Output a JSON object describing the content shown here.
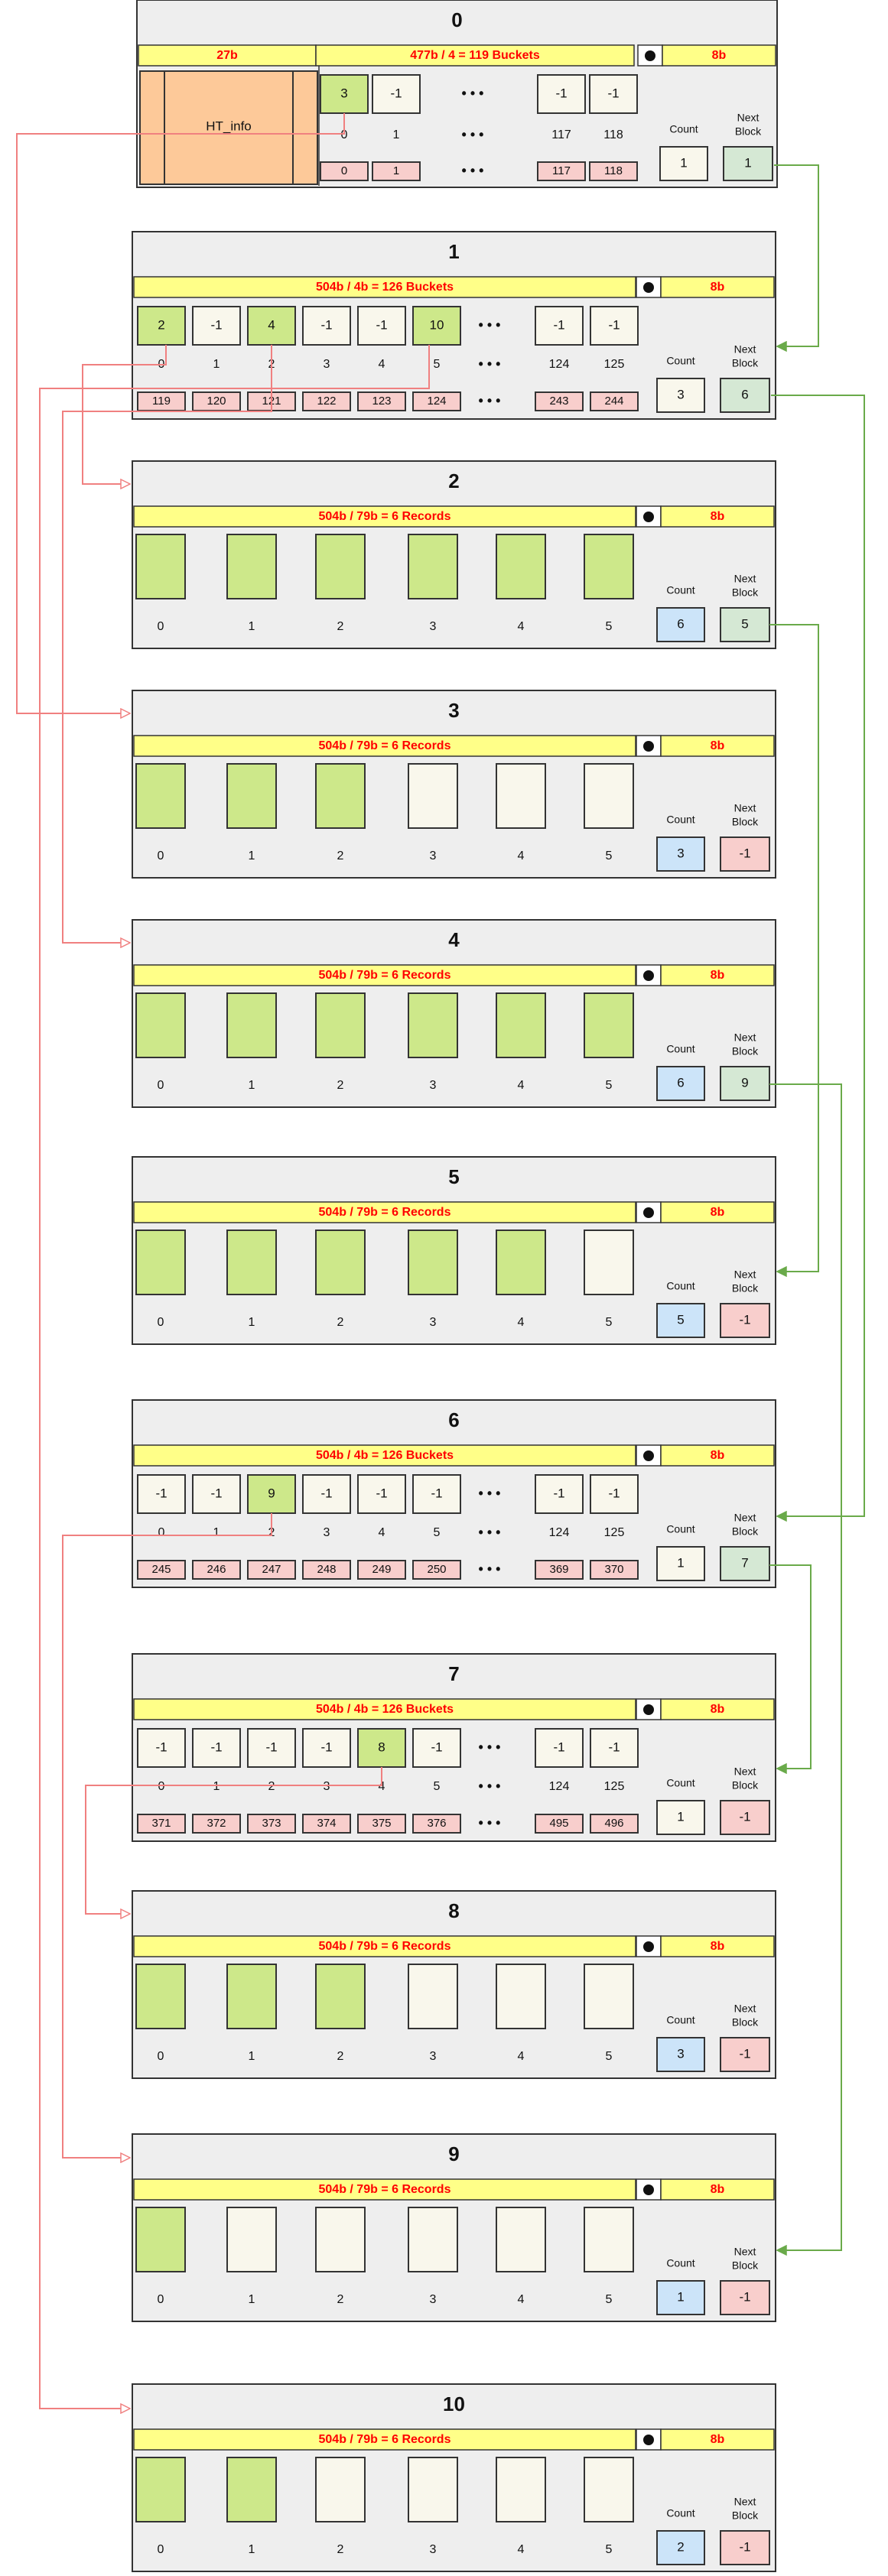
{
  "colors": {
    "panel_bg": "#eeeeee",
    "panel_border": "#333333",
    "header_yellow": "#ffff88",
    "header_text_red": "#ff0000",
    "cell_empty": "#f9f7ec",
    "cell_used_green": "#cde88a",
    "index_pink": "#f8cecc",
    "count_blue": "#cce4f9",
    "next_green": "#d5e8d4",
    "next_red": "#f8cecc",
    "ht_info_orange": "#fdc999",
    "arrow_red": "#f08080",
    "arrow_green": "#6aaa4a"
  },
  "labels": {
    "count": "Count",
    "next_block": [
      "Next",
      "Block"
    ],
    "ellipsis": "• • •",
    "bullet": "●",
    "pointer_bytes": "8b"
  },
  "blocks": [
    {
      "id": "0",
      "kind": "header",
      "header_left": "27b",
      "header_main": "477b / 4 = 119 Buckets",
      "ht_info": "HT_info",
      "values": [
        "3",
        "-1",
        "-1",
        "-1"
      ],
      "value_used": [
        true,
        false,
        false,
        false
      ],
      "indices": [
        "0",
        "1",
        "117",
        "118"
      ],
      "global_ids": [
        "0",
        "1",
        "117",
        "118"
      ],
      "count": "1",
      "next": "1",
      "count_color": "cell_empty",
      "next_color": "next_green"
    },
    {
      "id": "1",
      "kind": "buckets",
      "header_main": "504b / 4b = 126 Buckets",
      "values": [
        "2",
        "-1",
        "4",
        "-1",
        "-1",
        "10",
        "-1",
        "-1"
      ],
      "value_used": [
        true,
        false,
        true,
        false,
        false,
        true,
        false,
        false
      ],
      "indices": [
        "0",
        "1",
        "2",
        "3",
        "4",
        "5",
        "124",
        "125"
      ],
      "global_ids": [
        "119",
        "120",
        "121",
        "122",
        "123",
        "124",
        "243",
        "244"
      ],
      "count": "3",
      "next": "6",
      "count_color": "cell_empty",
      "next_color": "next_green"
    },
    {
      "id": "2",
      "kind": "records",
      "header_main": "504b / 79b = 6 Records",
      "used": [
        true,
        true,
        true,
        true,
        true,
        true
      ],
      "indices": [
        "0",
        "1",
        "2",
        "3",
        "4",
        "5"
      ],
      "count": "6",
      "next": "5",
      "count_color": "count_blue",
      "next_color": "next_green"
    },
    {
      "id": "3",
      "kind": "records",
      "header_main": "504b / 79b = 6 Records",
      "used": [
        true,
        true,
        true,
        false,
        false,
        false
      ],
      "indices": [
        "0",
        "1",
        "2",
        "3",
        "4",
        "5"
      ],
      "count": "3",
      "next": "-1",
      "count_color": "count_blue",
      "next_color": "next_red"
    },
    {
      "id": "4",
      "kind": "records",
      "header_main": "504b / 79b = 6 Records",
      "used": [
        true,
        true,
        true,
        true,
        true,
        true
      ],
      "indices": [
        "0",
        "1",
        "2",
        "3",
        "4",
        "5"
      ],
      "count": "6",
      "next": "9",
      "count_color": "count_blue",
      "next_color": "next_green"
    },
    {
      "id": "5",
      "kind": "records",
      "header_main": "504b / 79b = 6 Records",
      "used": [
        true,
        true,
        true,
        true,
        true,
        false
      ],
      "indices": [
        "0",
        "1",
        "2",
        "3",
        "4",
        "5"
      ],
      "count": "5",
      "next": "-1",
      "count_color": "count_blue",
      "next_color": "next_red"
    },
    {
      "id": "6",
      "kind": "buckets",
      "header_main": "504b / 4b = 126 Buckets",
      "values": [
        "-1",
        "-1",
        "9",
        "-1",
        "-1",
        "-1",
        "-1",
        "-1"
      ],
      "value_used": [
        false,
        false,
        true,
        false,
        false,
        false,
        false,
        false
      ],
      "indices": [
        "0",
        "1",
        "2",
        "3",
        "4",
        "5",
        "124",
        "125"
      ],
      "global_ids": [
        "245",
        "246",
        "247",
        "248",
        "249",
        "250",
        "369",
        "370"
      ],
      "count": "1",
      "next": "7",
      "count_color": "cell_empty",
      "next_color": "next_green"
    },
    {
      "id": "7",
      "kind": "buckets",
      "header_main": "504b / 4b = 126 Buckets",
      "values": [
        "-1",
        "-1",
        "-1",
        "-1",
        "8",
        "-1",
        "-1",
        "-1"
      ],
      "value_used": [
        false,
        false,
        false,
        false,
        true,
        false,
        false,
        false
      ],
      "indices": [
        "0",
        "1",
        "2",
        "3",
        "4",
        "5",
        "124",
        "125"
      ],
      "global_ids": [
        "371",
        "372",
        "373",
        "374",
        "375",
        "376",
        "495",
        "496"
      ],
      "count": "1",
      "next": "-1",
      "count_color": "cell_empty",
      "next_color": "next_red"
    },
    {
      "id": "8",
      "kind": "records",
      "header_main": "504b / 79b = 6 Records",
      "used": [
        true,
        true,
        true,
        false,
        false,
        false
      ],
      "indices": [
        "0",
        "1",
        "2",
        "3",
        "4",
        "5"
      ],
      "count": "3",
      "next": "-1",
      "count_color": "count_blue",
      "next_color": "next_red"
    },
    {
      "id": "9",
      "kind": "records",
      "header_main": "504b / 79b = 6 Records",
      "used": [
        true,
        false,
        false,
        false,
        false,
        false
      ],
      "indices": [
        "0",
        "1",
        "2",
        "3",
        "4",
        "5"
      ],
      "count": "1",
      "next": "-1",
      "count_color": "count_blue",
      "next_color": "next_red"
    },
    {
      "id": "10",
      "kind": "records",
      "header_main": "504b / 79b = 6 Records",
      "used": [
        true,
        true,
        false,
        false,
        false,
        false
      ],
      "indices": [
        "0",
        "1",
        "2",
        "3",
        "4",
        "5"
      ],
      "count": "2",
      "next": "-1",
      "count_color": "count_blue",
      "next_color": "next_red"
    }
  ],
  "links": [
    {
      "from": "0",
      "to": "1",
      "type": "next-block"
    },
    {
      "from": "1",
      "to": "6",
      "type": "next-block"
    },
    {
      "from": "2",
      "to": "5",
      "type": "next-block"
    },
    {
      "from": "4",
      "to": "9",
      "type": "next-block"
    },
    {
      "from": "6",
      "to": "7",
      "type": "next-block"
    },
    {
      "from": "0",
      "to": "3",
      "type": "bucket-pointer"
    },
    {
      "from": "1",
      "to": "2",
      "type": "bucket-pointer"
    },
    {
      "from": "1",
      "to": "4",
      "type": "bucket-pointer"
    },
    {
      "from": "1",
      "to": "10",
      "type": "bucket-pointer"
    },
    {
      "from": "6",
      "to": "9",
      "type": "bucket-pointer"
    },
    {
      "from": "7",
      "to": "8",
      "type": "bucket-pointer"
    }
  ]
}
